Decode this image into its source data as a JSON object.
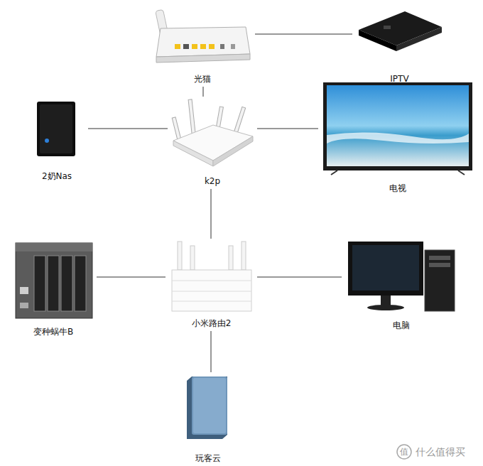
{
  "diagram": {
    "nodes": [
      {
        "text": [
          "光猫"
        ]
      },
      {
        "text": [
          "IPTV"
        ]
      },
      {
        "text": [
          "2奶Nas"
        ]
      },
      {
        "text": [
          "k2p"
        ]
      },
      {
        "text": [
          "电视"
        ]
      },
      {
        "text": [
          "变种蜗牛B"
        ]
      },
      {
        "text": [
          "小米路由2"
        ]
      },
      {
        "text": [
          "电脑"
        ]
      },
      {
        "text": [
          "玩客云"
        ]
      }
    ],
    "edges": [
      {
        "from": 0,
        "to": 1,
        "arrow": "none"
      },
      {
        "from": 0,
        "to": 3,
        "arrow": "none"
      },
      {
        "from": 3,
        "to": 2,
        "arrow": "none"
      },
      {
        "from": 3,
        "to": 4,
        "arrow": "none"
      },
      {
        "from": 3,
        "to": 6,
        "arrow": "none"
      },
      {
        "from": 6,
        "to": 5,
        "arrow": "none"
      },
      {
        "from": 6,
        "to": 7,
        "arrow": "none"
      },
      {
        "from": 6,
        "to": 8,
        "arrow": "none"
      }
    ],
    "labels": [
      "值",
      "什么值得买"
    ]
  }
}
